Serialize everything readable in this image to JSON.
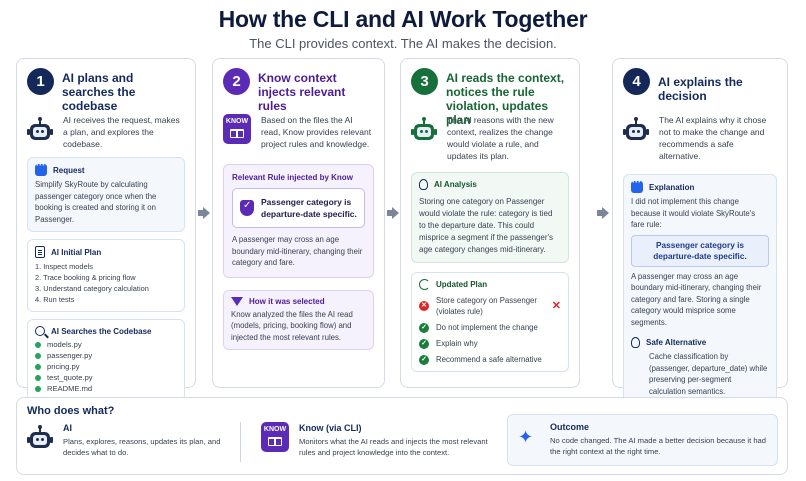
{
  "header": {
    "title": "How the CLI and AI Work Together",
    "subtitle": "The CLI provides context. The AI makes the decision."
  },
  "col1": {
    "number": "1",
    "title": "AI plans and searches the codebase",
    "intro": "AI receives the request, makes a plan, and explores the codebase.",
    "request": {
      "heading": "Request",
      "text": "Simplify SkyRoute by calculating passenger category once when the booking is created and storing it on Passenger."
    },
    "plan": {
      "heading": "AI Initial Plan",
      "items": [
        "1. Inspect models",
        "2. Trace booking & pricing flow",
        "3. Understand category calculation",
        "4. Run tests"
      ]
    },
    "search": {
      "heading": "AI Searches the Codebase",
      "files": [
        "models.py",
        "passenger.py",
        "pricing.py",
        "test_quote.py",
        "README.md"
      ]
    }
  },
  "col2": {
    "number": "2",
    "title": "Know context injects relevant rules",
    "badge": "KNOW",
    "intro": "Based on the files the AI read, Know provides relevant project rules and knowledge.",
    "rule_card": {
      "heading": "Relevant Rule injected by Know",
      "rule": "Passenger category is departure-date specific.",
      "text": "A passenger may cross an age boundary mid-itinerary, changing their category and fare."
    },
    "how": {
      "heading": "How it was selected",
      "text": "Know analyzed the files the AI read (models, pricing, booking flow) and injected the most relevant rules."
    }
  },
  "col3": {
    "number": "3",
    "title": "AI reads the context, notices the rule violation, updates plan",
    "intro": "The AI reasons with the new context, realizes the change would violate a rule, and updates its plan.",
    "analysis": {
      "heading": "AI Analysis",
      "text": "Storing one category on Passenger would violate the rule: category is tied to the departure date. This could misprice a segment if the passenger's age category changes mid-itinerary."
    },
    "updated": {
      "heading": "Updated Plan",
      "rejected": "Store category on Passenger (violates rule)",
      "items": [
        "Do not implement the change",
        "Explain why",
        "Recommend a safe alternative"
      ]
    }
  },
  "col4": {
    "number": "4",
    "title": "AI explains the decision",
    "intro": "The AI explains why it chose not to make the change and recommends a safe alternative.",
    "explanation": {
      "heading": "Explanation",
      "text": "I did not implement this change because it would violate SkyRoute's fare rule:",
      "rule": "Passenger category is departure-date specific.",
      "text2": "A passenger may cross an age boundary mid-itinerary, changing their category and fare. Storing a single category would misprice some segments."
    },
    "alternative": {
      "heading": "Safe Alternative",
      "text": "Cache classification by (passenger, departure_date) while preserving per-segment calculation semantics."
    }
  },
  "bottom": {
    "title": "Who does what?",
    "ai": {
      "label": "AI",
      "desc": "Plans, explores, reasons, updates its plan, and decides what to do."
    },
    "know": {
      "badge": "KNOW",
      "label": "Know (via CLI)",
      "desc": "Monitors what the AI reads and injects the most relevant rules and project knowledge into the context."
    },
    "outcome": {
      "heading": "Outcome",
      "text": "No code changed. The AI made a better decision because it had the right context at the right time."
    }
  },
  "colors": {
    "navy": "#14285a",
    "purple": "#5b2bb5",
    "green": "#17703c",
    "red": "#dc2626"
  }
}
